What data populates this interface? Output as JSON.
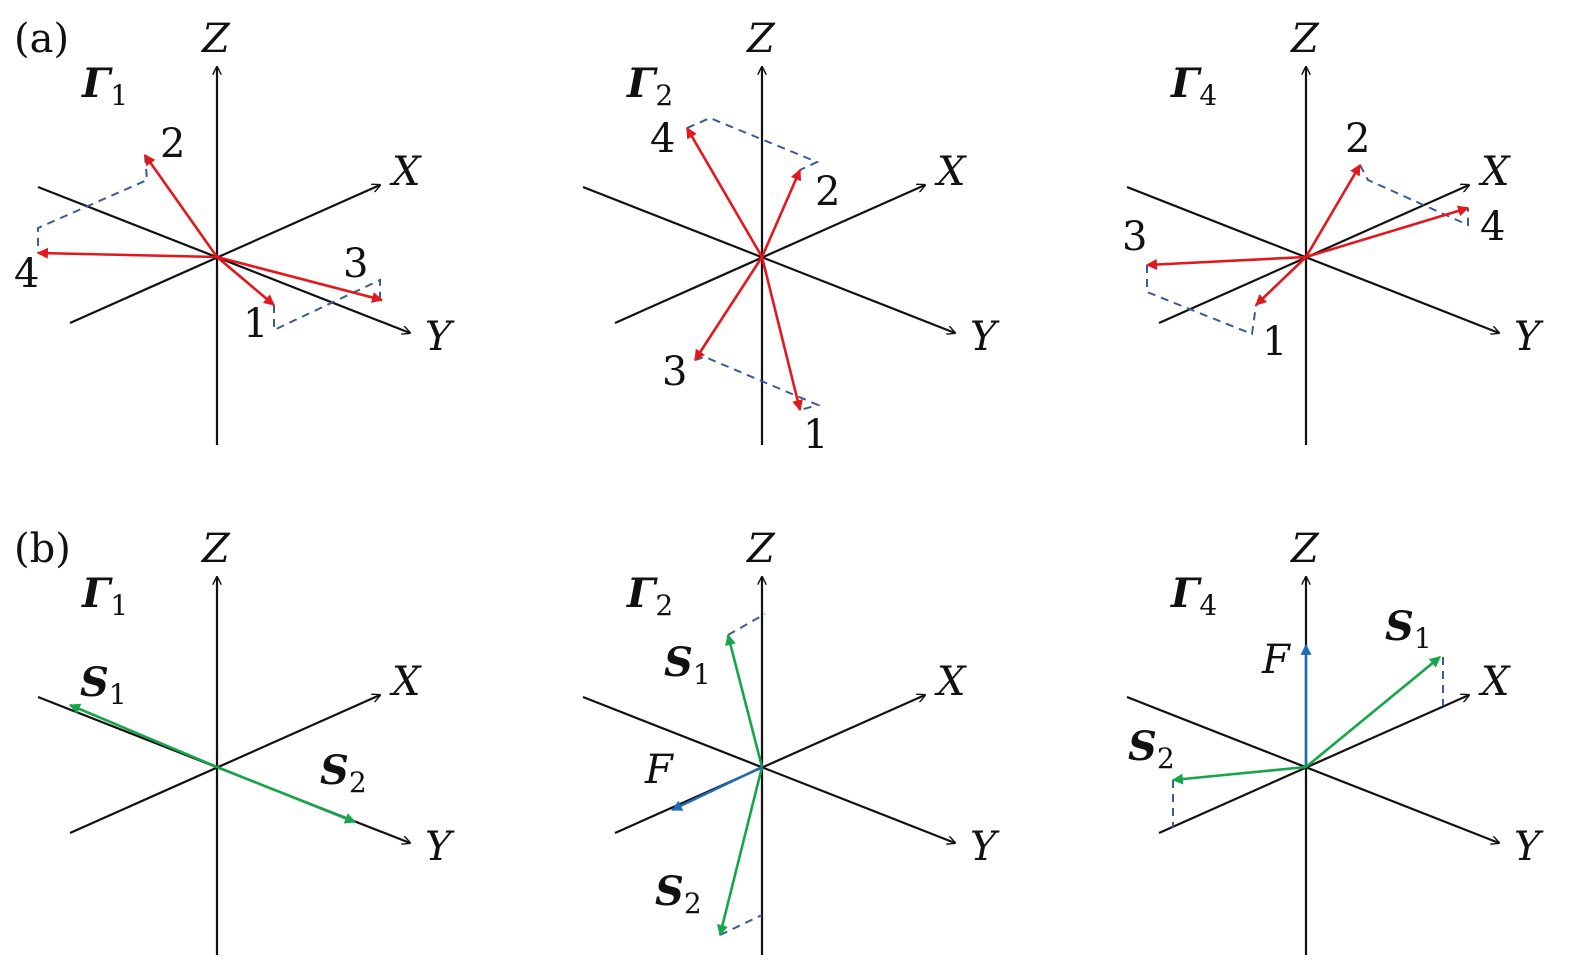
{
  "panel_labels": [
    "(a)",
    "(b)"
  ],
  "axes": {
    "x": "X",
    "y": "Y",
    "z": "Z"
  },
  "irreps": [
    {
      "symbol": "Γ",
      "sub": "1"
    },
    {
      "symbol": "Γ",
      "sub": "2"
    },
    {
      "symbol": "Γ",
      "sub": "4"
    }
  ],
  "row_a": {
    "vector_labels": [
      "1",
      "2",
      "3",
      "4"
    ]
  },
  "row_b": {
    "labels": {
      "S1": "S",
      "S2": "S",
      "S1_sub": "1",
      "S2_sub": "2",
      "F": "F"
    }
  },
  "colors": {
    "red": "#e3171c",
    "green": "#16a64a",
    "blue": "#1f6db3",
    "dash": "#3a5b9b",
    "axis": "#111111"
  }
}
